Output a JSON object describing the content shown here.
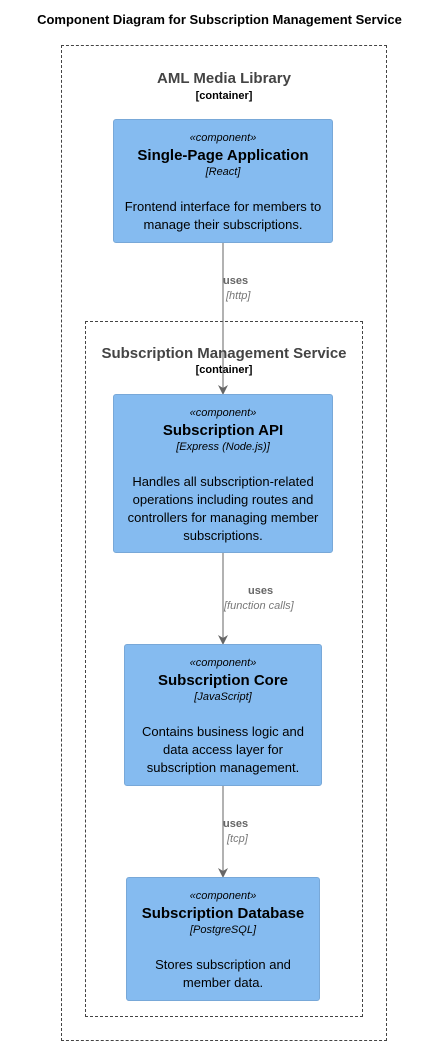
{
  "diagram": {
    "title": "Component Diagram for Subscription Management Service",
    "boundaries": [
      {
        "id": "outer",
        "title": "AML Media Library",
        "type": "[container]"
      },
      {
        "id": "inner",
        "title": "Subscription Management Service",
        "type": "[container]"
      }
    ],
    "components": [
      {
        "id": "spa",
        "stereotype": "«component»",
        "name": "Single-Page Application",
        "technology": "[React]",
        "description": "Frontend interface for members to manage their subscriptions."
      },
      {
        "id": "api",
        "stereotype": "«component»",
        "name": "Subscription API",
        "technology": "[Express (Node.js)]",
        "description": "Handles all subscription-related operations including routes and controllers for managing member subscriptions."
      },
      {
        "id": "core",
        "stereotype": "«component»",
        "name": "Subscription Core",
        "technology": "[JavaScript]",
        "description": "Contains business logic and data access layer for subscription management."
      },
      {
        "id": "db",
        "stereotype": "«component»",
        "name": "Subscription Database",
        "technology": "[PostgreSQL]",
        "description": "Stores subscription and member data."
      }
    ],
    "relations": [
      {
        "from": "spa",
        "to": "api",
        "label": "uses",
        "technology": "[http]"
      },
      {
        "from": "api",
        "to": "core",
        "label": "uses",
        "technology": "[function calls]"
      },
      {
        "from": "core",
        "to": "db",
        "label": "uses",
        "technology": "[tcp]"
      }
    ],
    "colors": {
      "component_fill": "#85bbf0",
      "component_border": "#78a8d8",
      "arrow": "#666666",
      "boundary": "#444444"
    }
  }
}
